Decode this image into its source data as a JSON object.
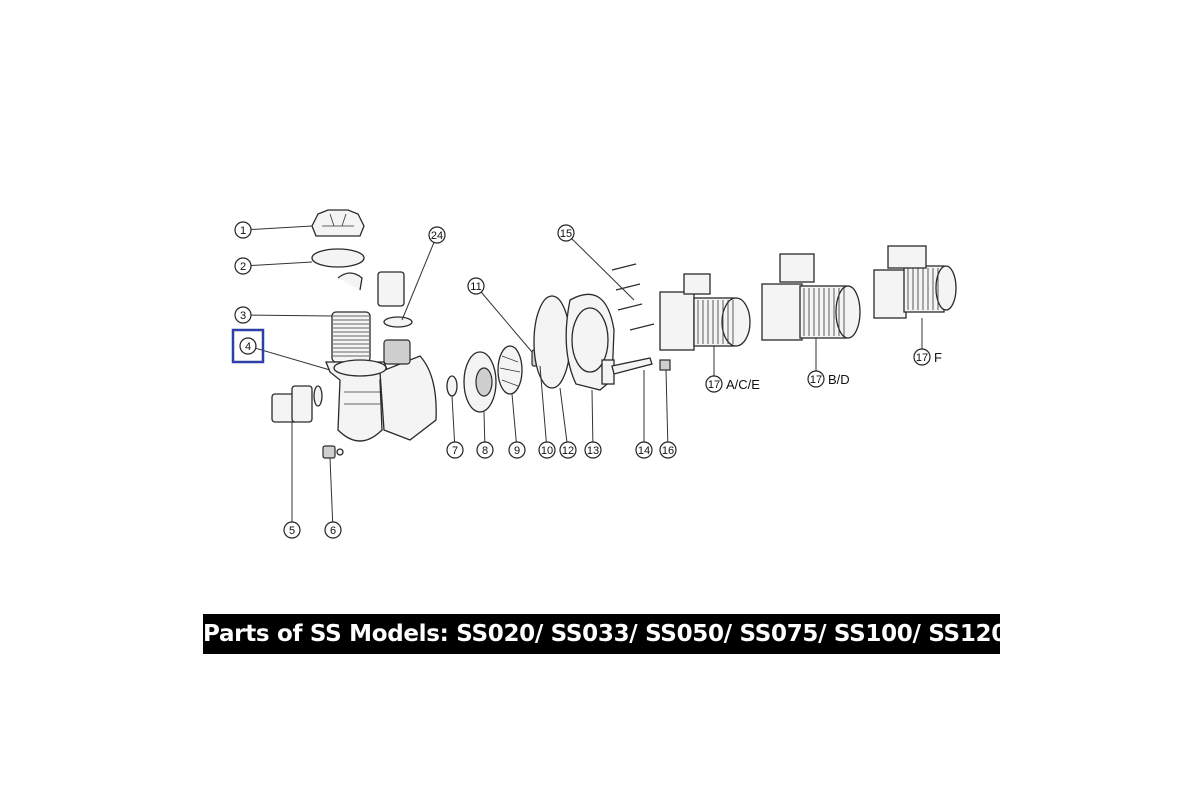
{
  "caption": "Parts of SS Models: SS020/ SS033/ SS050/ SS075/ SS100/ SS120",
  "highlight_color": "#2f3fa8",
  "callouts": [
    {
      "num": "1",
      "suffix": ""
    },
    {
      "num": "2",
      "suffix": ""
    },
    {
      "num": "3",
      "suffix": ""
    },
    {
      "num": "4",
      "suffix": "",
      "highlighted": true
    },
    {
      "num": "5",
      "suffix": ""
    },
    {
      "num": "6",
      "suffix": ""
    },
    {
      "num": "7",
      "suffix": ""
    },
    {
      "num": "8",
      "suffix": ""
    },
    {
      "num": "9",
      "suffix": ""
    },
    {
      "num": "10",
      "suffix": ""
    },
    {
      "num": "11",
      "suffix": ""
    },
    {
      "num": "12",
      "suffix": ""
    },
    {
      "num": "13",
      "suffix": ""
    },
    {
      "num": "14",
      "suffix": ""
    },
    {
      "num": "15",
      "suffix": ""
    },
    {
      "num": "16",
      "suffix": ""
    },
    {
      "num": "17",
      "suffix": "A/C/E"
    },
    {
      "num": "17",
      "suffix": "B/D"
    },
    {
      "num": "17",
      "suffix": "F"
    },
    {
      "num": "24",
      "suffix": ""
    }
  ]
}
